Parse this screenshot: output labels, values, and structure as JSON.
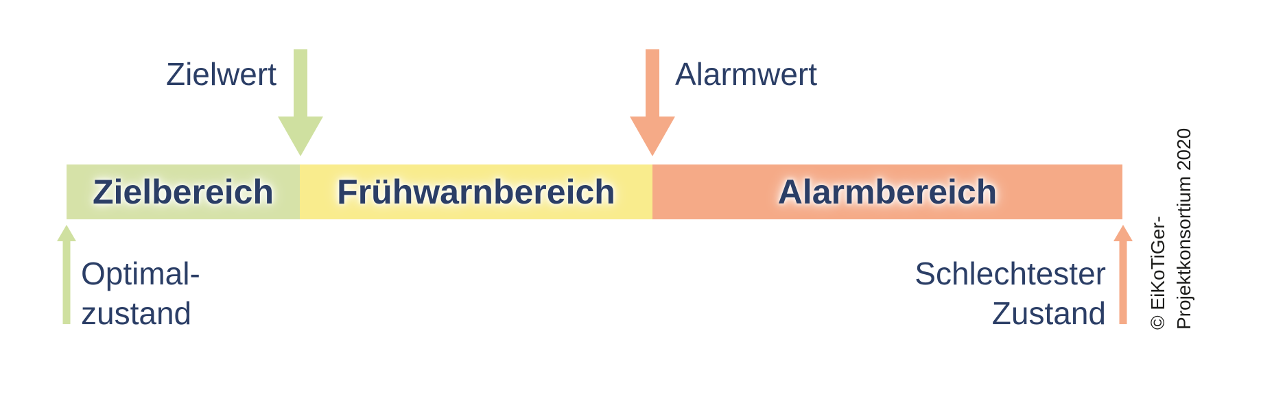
{
  "diagram": {
    "markers": [
      {
        "label": "Zielwert",
        "direction": "down",
        "color": "#cfe0a0"
      },
      {
        "label": "Alarmwert",
        "direction": "down",
        "color": "#f5aa87"
      }
    ],
    "zones": [
      {
        "label": "Zielbereich",
        "color": "#d6e2a8"
      },
      {
        "label": "Frühwarnbereich",
        "color": "#f9ec8d"
      },
      {
        "label": "Alarmbereich",
        "color": "#f5aa87"
      }
    ],
    "endpoints": [
      {
        "line1": "Optimal-",
        "line2": "zustand",
        "direction": "up",
        "color": "#cfe0a0"
      },
      {
        "line1": "Schlechtester",
        "line2": "Zustand",
        "direction": "up",
        "color": "#f5aa87"
      }
    ],
    "credit": {
      "line1": "© EiKoTiGer-",
      "line2": "Projektkonsortium 2020"
    },
    "text_color": "#2b3e66"
  }
}
